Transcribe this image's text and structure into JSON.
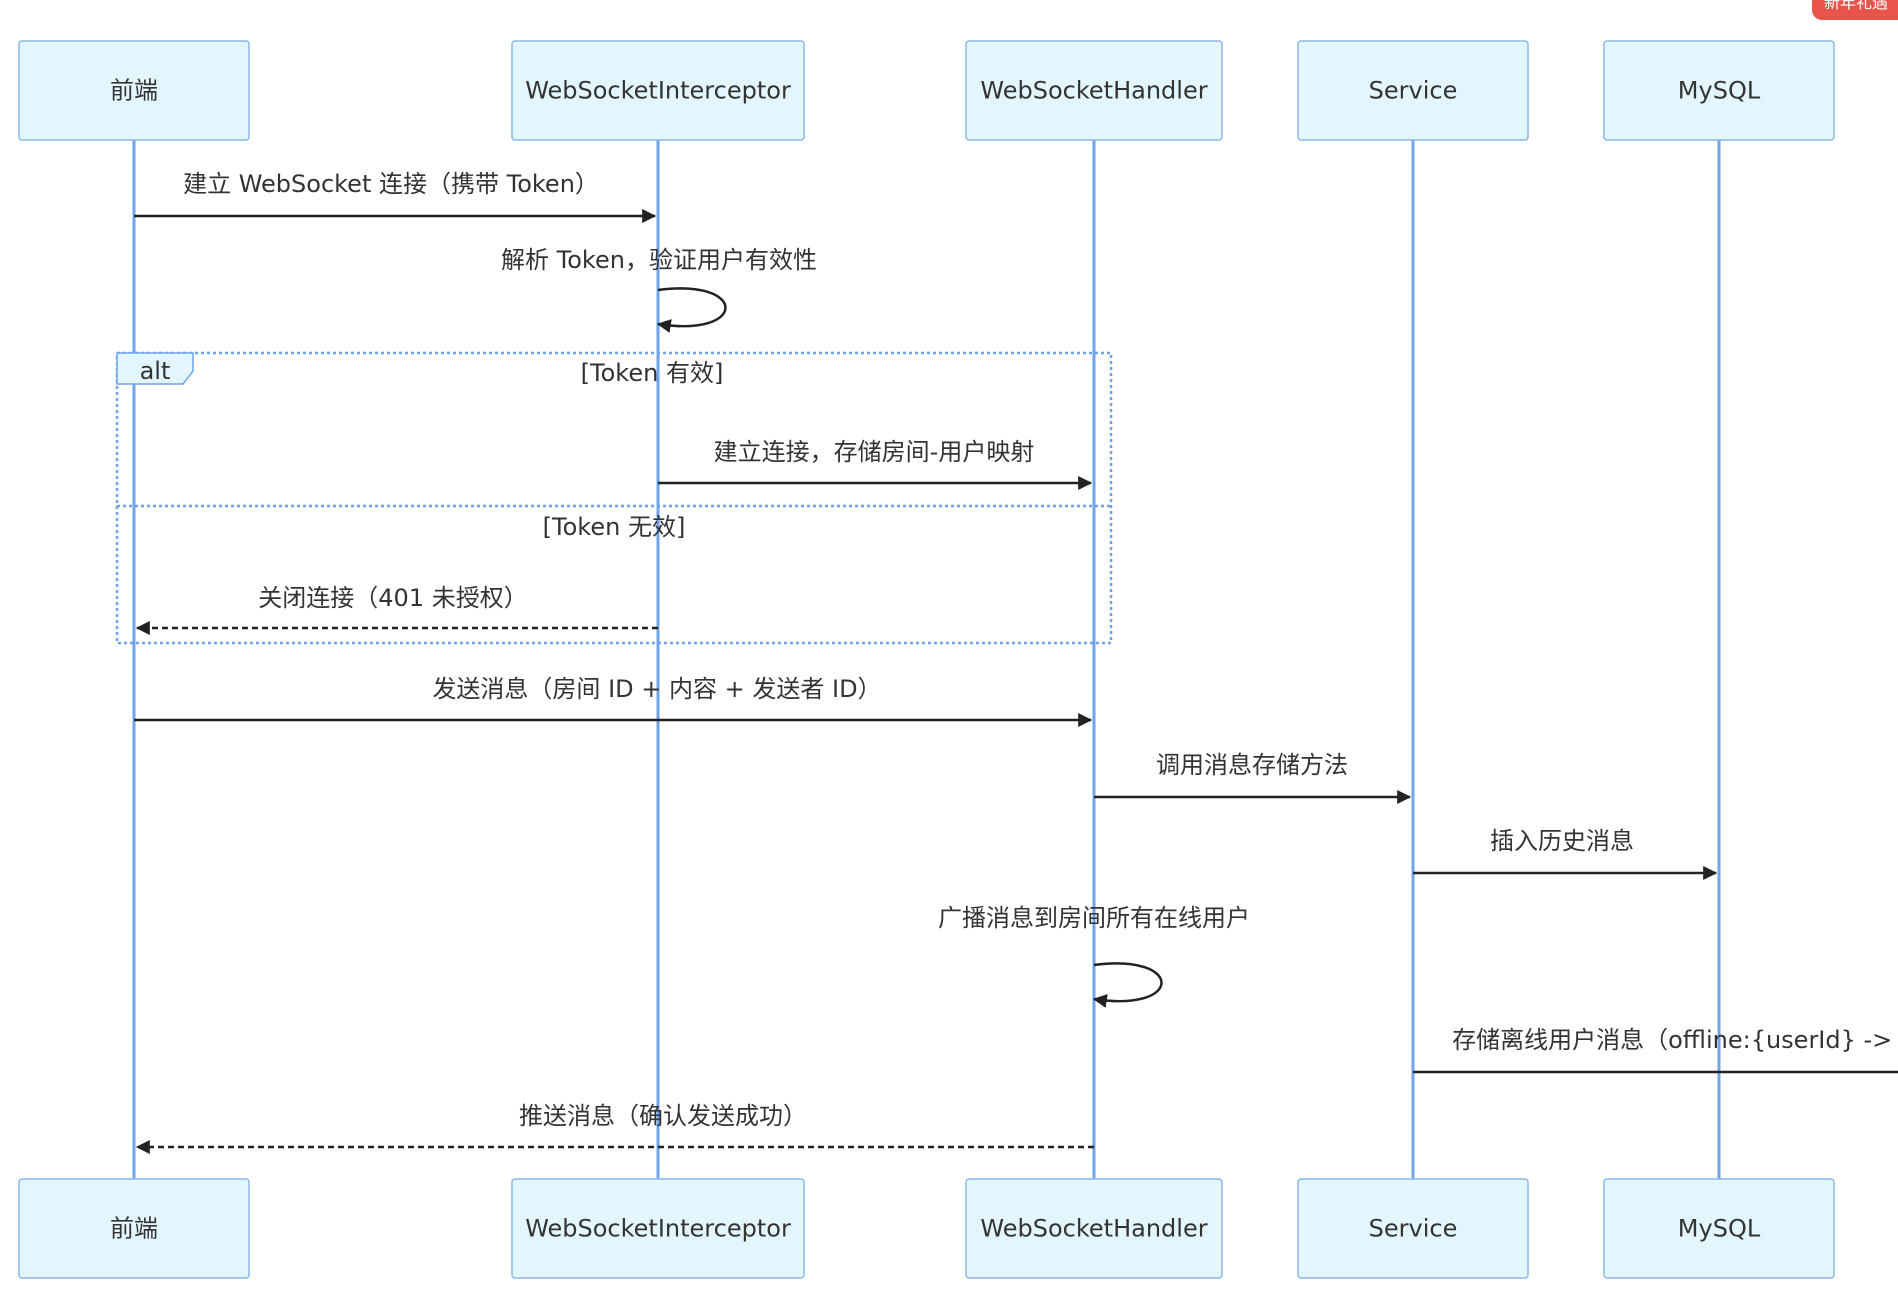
{
  "diagram": {
    "type": "sequence",
    "participants": [
      {
        "id": "frontend",
        "label": "前端"
      },
      {
        "id": "interceptor",
        "label": "WebSocketInterceptor"
      },
      {
        "id": "handler",
        "label": "WebSocketHandler"
      },
      {
        "id": "service",
        "label": "Service"
      },
      {
        "id": "mysql",
        "label": "MySQL"
      }
    ],
    "messages": [
      {
        "from": "frontend",
        "to": "interceptor",
        "text": "建立 WebSocket 连接（携带 Token）",
        "style": "solid"
      },
      {
        "from": "interceptor",
        "to": "interceptor",
        "text": "解析 Token，验证用户有效性",
        "style": "self"
      },
      {
        "from": "interceptor",
        "to": "handler",
        "text": "建立连接，存储房间-用户映射",
        "style": "solid"
      },
      {
        "from": "interceptor",
        "to": "frontend",
        "text": "关闭连接（401 未授权）",
        "style": "dashed"
      },
      {
        "from": "frontend",
        "to": "handler",
        "text": "发送消息（房间 ID + 内容 + 发送者 ID）",
        "style": "solid"
      },
      {
        "from": "handler",
        "to": "service",
        "text": "调用消息存储方法",
        "style": "solid"
      },
      {
        "from": "service",
        "to": "mysql",
        "text": "插入历史消息",
        "style": "solid"
      },
      {
        "from": "handler",
        "to": "handler",
        "text": "广播消息到房间所有在线用户",
        "style": "self"
      },
      {
        "from": "service",
        "to": "offscreen",
        "text": "存储离线用户消息（offline:{userId} -> 消息",
        "style": "solid"
      },
      {
        "from": "handler",
        "to": "frontend",
        "text": "推送消息（确认发送成功）",
        "style": "dashed"
      }
    ],
    "alt_frame": {
      "keyword": "alt",
      "conditions": [
        "[Token 有效]",
        "[Token 无效]"
      ]
    }
  },
  "corner_badge": "新年礼遇",
  "colors": {
    "actor_fill": "#e4f6fd",
    "actor_border": "#8ab8e6",
    "lifeline": "#6fa4ec",
    "arrow": "#222222",
    "text": "#333333",
    "badge": "#e8534a"
  }
}
